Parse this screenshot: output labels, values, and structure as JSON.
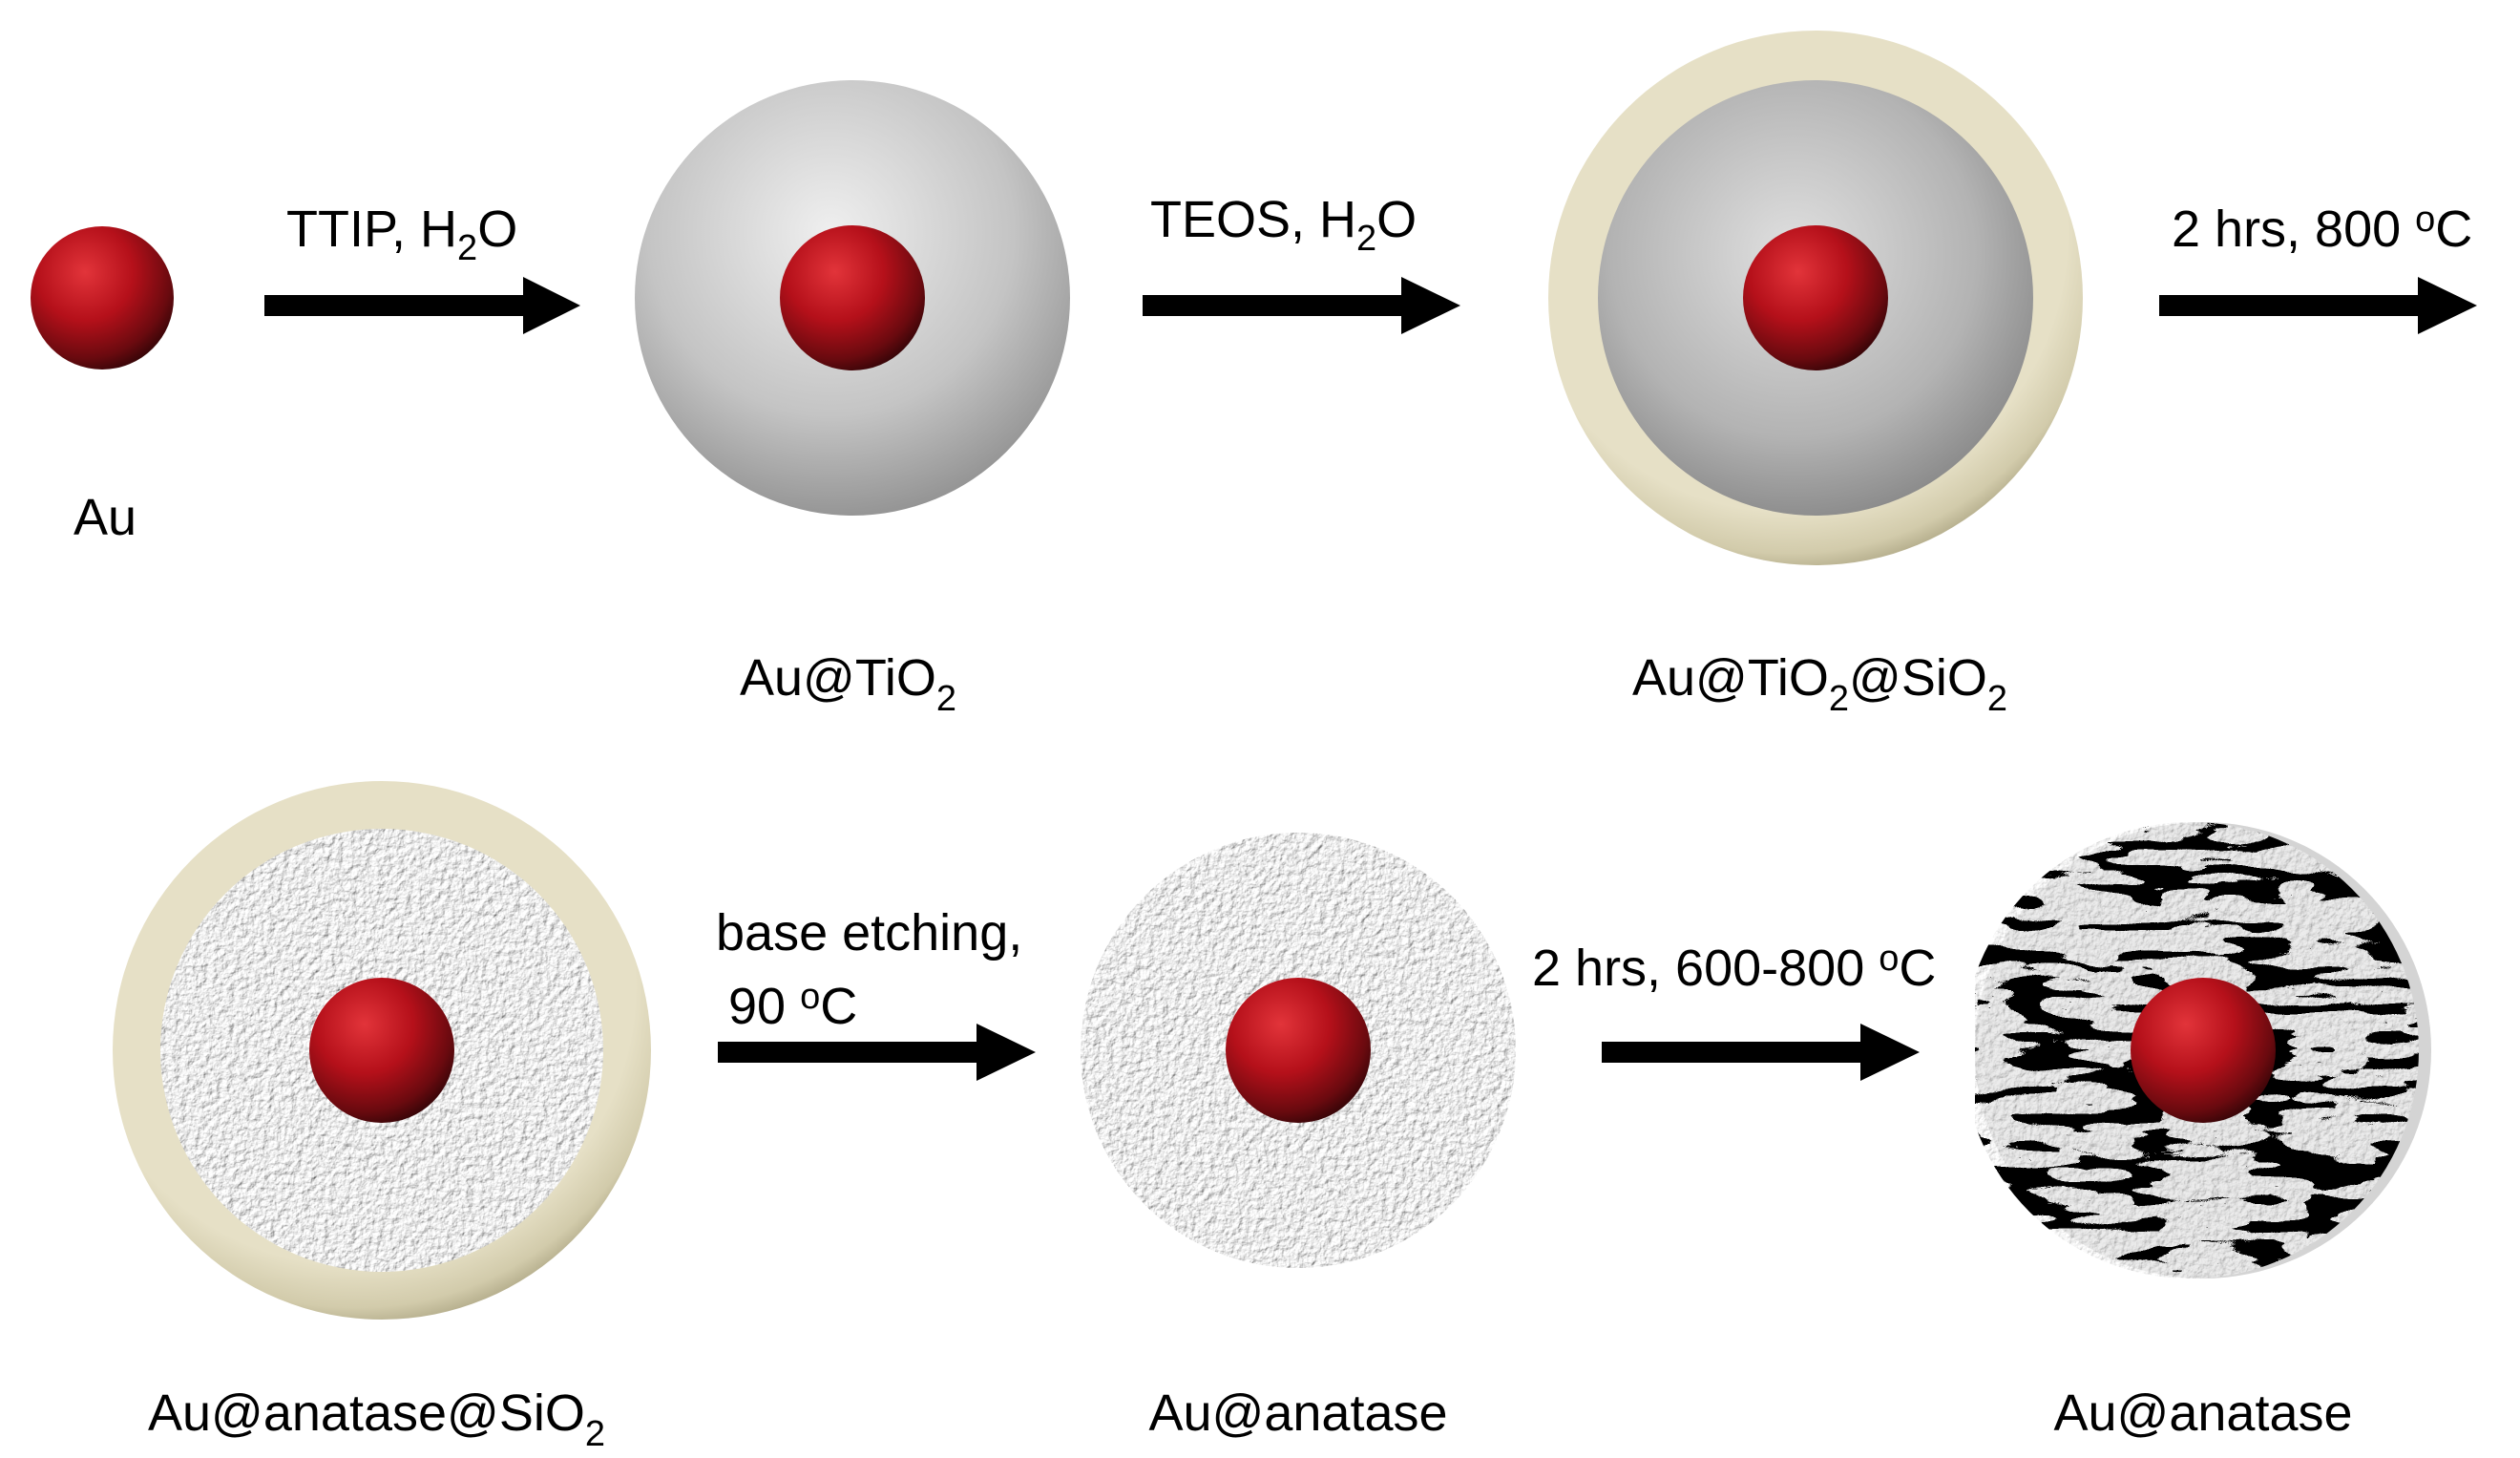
{
  "labels": {
    "au": "Au",
    "au_tio2": {
      "main": "Au@TiO",
      "sub": "2"
    },
    "au_tio2_sio2": {
      "main1": "Au@TiO",
      "sub1": "2",
      "main2": "@SiO",
      "sub2": "2"
    },
    "au_anatase_sio2": {
      "main": "Au@anatase@SiO",
      "sub": "2"
    },
    "au_anatase_etched": "Au@anatase",
    "au_anatase_annealed": "Au@anatase"
  },
  "steps": {
    "step1": {
      "t1": "TTIP, H",
      "sub": "2",
      "t2": "O"
    },
    "step2": {
      "t1": "TEOS, H",
      "sub": "2",
      "t2": "O"
    },
    "step3": {
      "t1": "2 hrs, 800 ",
      "sup": "o",
      "t2": "C"
    },
    "step4": {
      "line1": "base etching,",
      "l2a": "90 ",
      "sup": "o",
      "l2b": "C"
    },
    "step5": {
      "t1": "2 hrs, 600-800 ",
      "sup": "o",
      "t2": "C"
    }
  },
  "colors": {
    "gold_core": "#b5101a",
    "tio2_shell": "#c7c7c7",
    "sio2_shell": "#d8d2b4",
    "arrow": "#000000"
  }
}
